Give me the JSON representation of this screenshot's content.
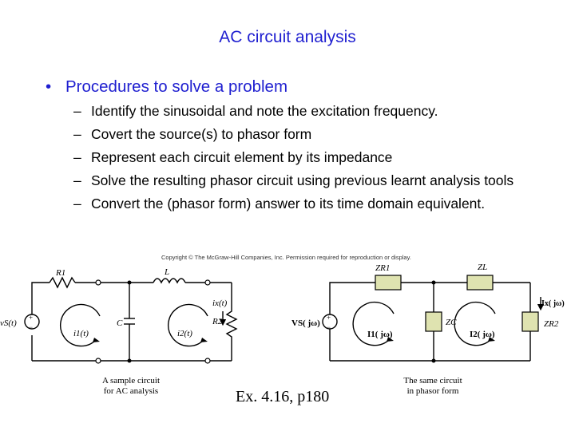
{
  "slide": {
    "title": "AC circuit analysis",
    "bullet": {
      "symbol": "•",
      "text": "Procedures to solve a problem"
    },
    "dash": "–",
    "steps": [
      "Identify the sinusoidal and note the excitation frequency.",
      "Covert the source(s) to phasor form",
      "Represent each circuit element by its impedance",
      "Solve the resulting phasor circuit using previous learnt analysis tools",
      "Convert the (phasor form) answer to its time domain equivalent."
    ],
    "copyright": "Copyright © The McGraw-Hill Companies, Inc. Permission required for reproduction or display.",
    "example_ref": "Ex.  4.16, p180"
  },
  "left_circuit": {
    "caption_line1": "A sample circuit",
    "caption_line2": "for AC analysis",
    "labels": {
      "source": "vS(t)",
      "r1": "R1",
      "inductor": "L",
      "capacitor": "C",
      "r2": "R2",
      "i1": "i1(t)",
      "i2": "i2(t)",
      "ix": "ix(t)"
    }
  },
  "right_circuit": {
    "caption_line1": "The same circuit",
    "caption_line2": "in phasor form",
    "labels": {
      "source": "VS( jω)",
      "zr1": "ZR1",
      "zl": "ZL",
      "zc": "ZC",
      "zr2": "ZR2",
      "i1": "I1( jω)",
      "i2": "I2( jω)",
      "ix": "Ix( jω)"
    }
  },
  "colors": {
    "title": "#1f1fd0",
    "bullet": "#1f1fd0",
    "body_text": "#000000",
    "component_fill": "#dfe3b0"
  }
}
